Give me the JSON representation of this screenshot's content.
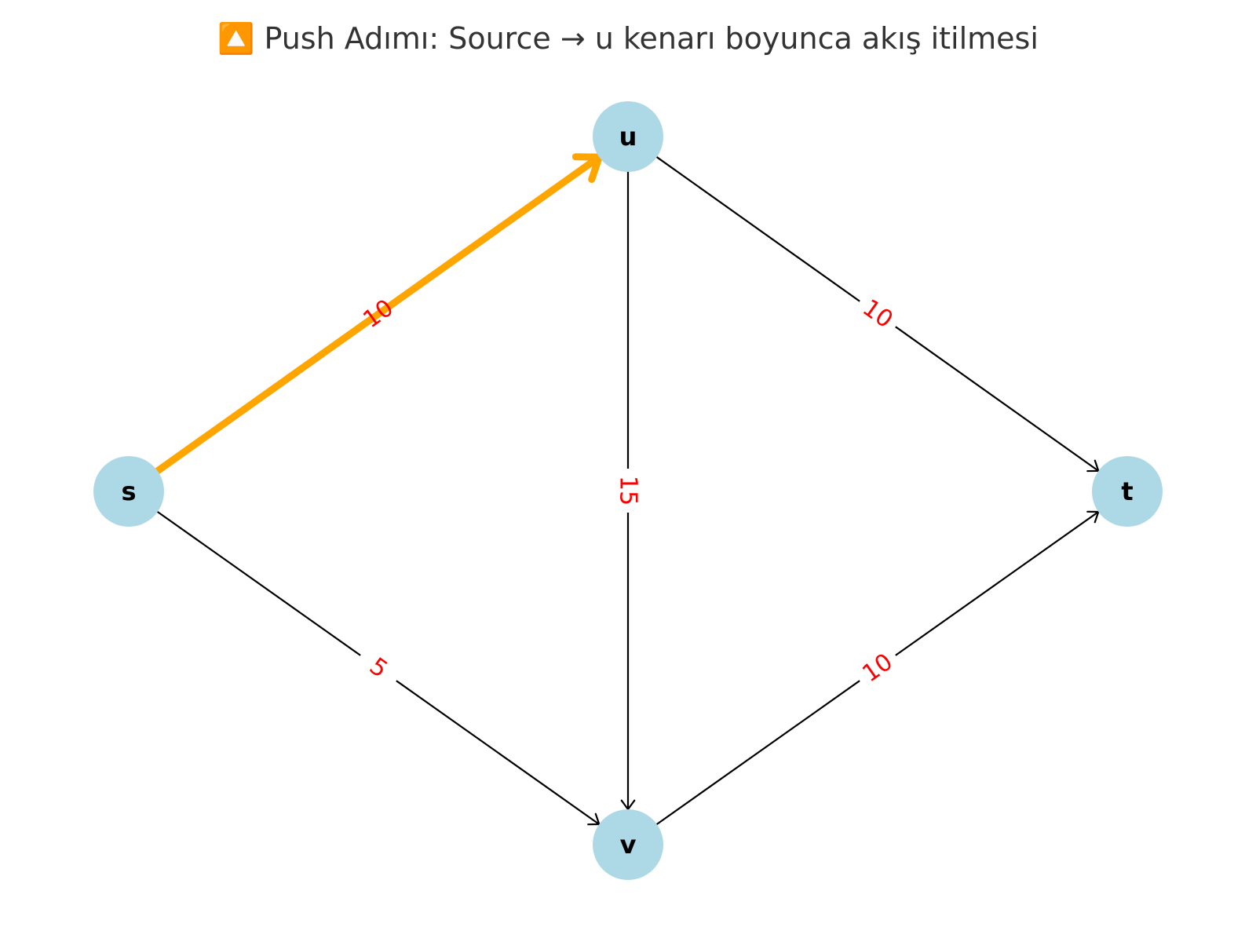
{
  "title": "🔼 Push Adımı: Source → u kenarı boyunca akış itilmesi",
  "colors": {
    "node_fill": "#add8e6",
    "edge": "#000000",
    "highlight": "#ffa500",
    "edge_label": "#ff0000",
    "label_bg": "#ffffff"
  },
  "nodes": [
    {
      "id": "s",
      "label": "s"
    },
    {
      "id": "u",
      "label": "u"
    },
    {
      "id": "t",
      "label": "t"
    },
    {
      "id": "v",
      "label": "v"
    }
  ],
  "edges": [
    {
      "from": "s",
      "to": "u",
      "capacity": "10",
      "highlighted": true
    },
    {
      "from": "s",
      "to": "v",
      "capacity": "5",
      "highlighted": false
    },
    {
      "from": "u",
      "to": "v",
      "capacity": "15",
      "highlighted": false
    },
    {
      "from": "u",
      "to": "t",
      "capacity": "10",
      "highlighted": false
    },
    {
      "from": "v",
      "to": "t",
      "capacity": "10",
      "highlighted": false
    }
  ]
}
